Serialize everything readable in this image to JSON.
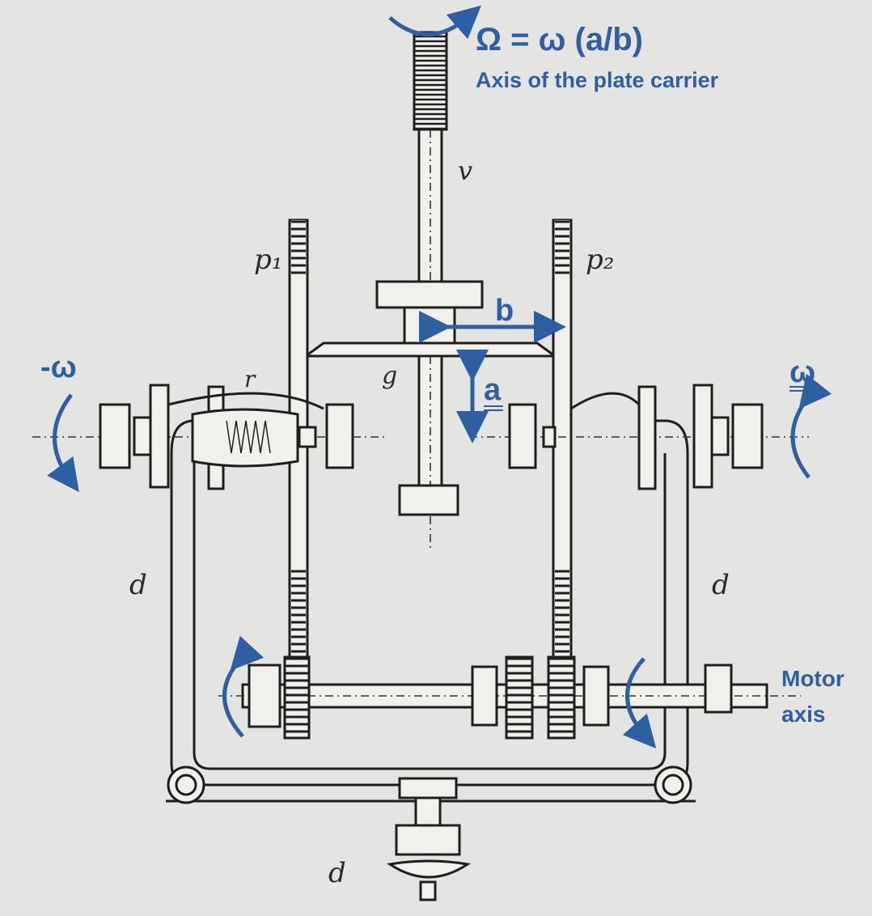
{
  "annotations": {
    "omega_formula": "Ω = ω (a/b)",
    "plate_axis": "Axis of the plate carrier",
    "b_label": "b",
    "a_label": "a",
    "minus_omega": "-ω",
    "omega": "ω",
    "motor_line1": "Motor",
    "motor_line2": "axis"
  },
  "part_letters": {
    "v": "v",
    "p1": "p₁",
    "p2": "p₂",
    "g": "g",
    "r": "r",
    "d_left": "d",
    "d_right": "d",
    "d_bottom": "d"
  },
  "colors": {
    "annotation_blue": "#2e5fa3",
    "ink": "#1e1e1e",
    "paper": "#e4e4e2"
  }
}
